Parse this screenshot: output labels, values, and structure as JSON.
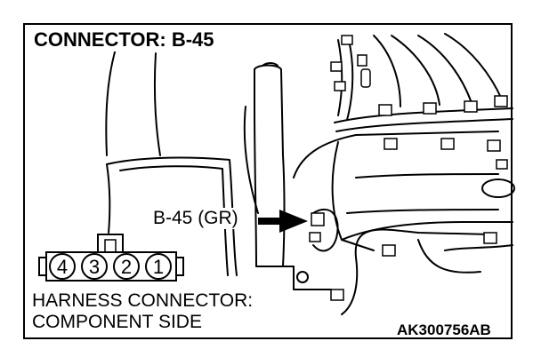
{
  "title": "CONNECTOR: B-45",
  "callout_label": "B-45 (GR)",
  "connector_pins": [
    "4",
    "3",
    "2",
    "1"
  ],
  "caption_line1": "HARNESS CONNECTOR:",
  "caption_line2": "COMPONENT SIDE",
  "figure_code": "AK300756AB"
}
